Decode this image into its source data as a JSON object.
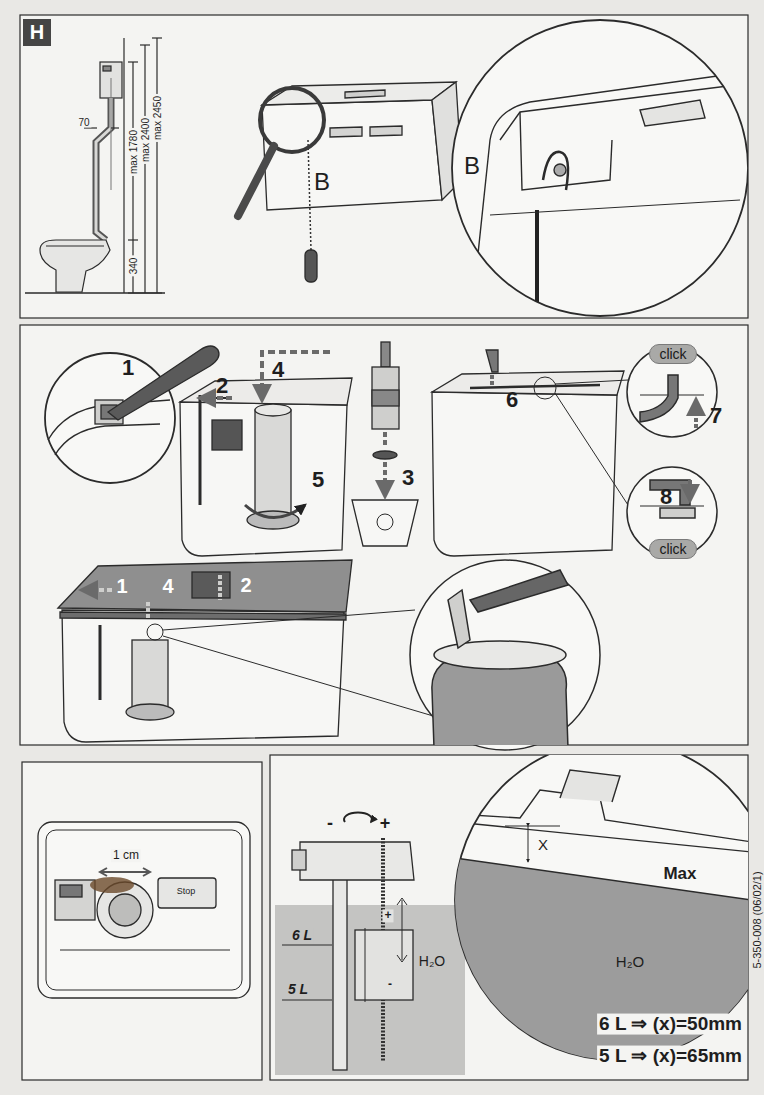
{
  "diagram": {
    "nodes": [
      {
        "text": [
          "H"
        ]
      },
      {
        "text": [
          "click"
        ]
      },
      {
        "text": [
          "click"
        ]
      }
    ],
    "labels": [
      "70",
      "max 1780",
      "max 2400",
      "max 2450",
      "340",
      "B",
      "B",
      "1",
      "2",
      "4",
      "5",
      "3",
      "6",
      "7",
      "8",
      "1",
      "4",
      "2",
      "1 cm",
      "Stop",
      "-",
      "+",
      "6 L",
      "5 L",
      "+",
      "-",
      "H₂O",
      "X",
      "Max",
      "H₂O",
      "6 L ⇒ (x)=50mm",
      "5 L ⇒ (x)=65mm",
      "5-350-008 (06/02/1)"
    ]
  }
}
